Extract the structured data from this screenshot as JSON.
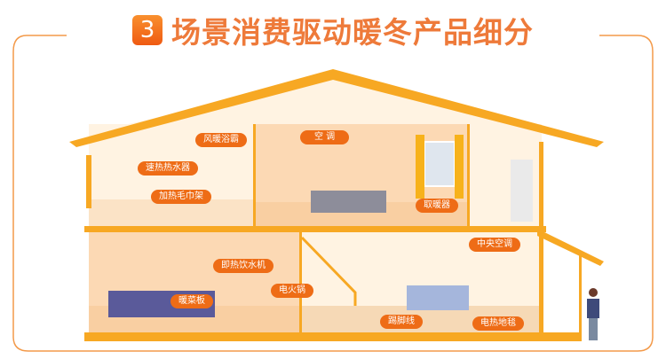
{
  "title": {
    "number": "3",
    "text": "场景消费驱动暖冬产品细分"
  },
  "labels": {
    "bath_heater": "风暖浴霸",
    "water_heater": "速热热水器",
    "towel_rack": "加热毛巾架",
    "air_conditioner": "空 调",
    "heater": "取暖器",
    "water_dispenser": "即热饮水机",
    "warming_board": "暖菜板",
    "hot_pot": "电火锅",
    "central_ac": "中央空调",
    "baseboard_heater": "踢脚线",
    "electric_blanket": "电热地毯"
  },
  "colors": {
    "accent": "#ee6c16",
    "frame": "#f7a823",
    "wall_light": "#fff3e2",
    "wall_warm": "#fcd9b4"
  }
}
